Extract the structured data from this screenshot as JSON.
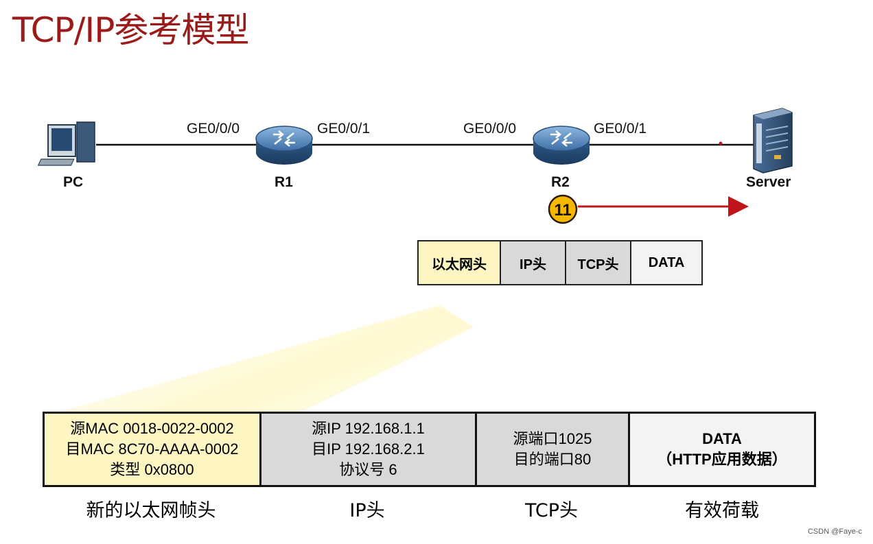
{
  "title": "TCP/IP参考模型",
  "nodes": {
    "pc": "PC",
    "r1": "R1",
    "r2": "R2",
    "server": "Server"
  },
  "interfaces": {
    "r1_left": "GE0/0/0",
    "r1_right": "GE0/0/1",
    "r2_left": "GE0/0/0",
    "r2_right": "GE0/0/1"
  },
  "step_badge": "11",
  "packet": {
    "eth": "以太网头",
    "ip": "IP头",
    "tcp": "TCP头",
    "data": "DATA"
  },
  "frame": {
    "eth": {
      "src_mac": "源MAC  0018-0022-0002",
      "dst_mac": "目MAC   8C70-AAAA-0002",
      "type": "类型  0x0800"
    },
    "ip": {
      "src_ip": "源IP  192.168.1.1",
      "dst_ip": "目IP  192.168.2.1",
      "protocol": "协议号 6"
    },
    "tcp": {
      "src_port": "源端口1025",
      "dst_port": "目的端口80"
    },
    "data": {
      "line1": "DATA",
      "line2": "（HTTP应用数据）"
    }
  },
  "captions": {
    "eth": "新的以太网帧头",
    "ip": "IP头",
    "tcp": "TCP头",
    "data": "有效荷载"
  },
  "watermark": "CSDN @Faye-c",
  "colors": {
    "title": "#9b1b1b",
    "eth_header": "#fdf6c3",
    "header_gray": "#d9d9d9",
    "data_bg": "#f3f3f3",
    "arrow": "#c0141b",
    "badge": "#f5b800"
  }
}
